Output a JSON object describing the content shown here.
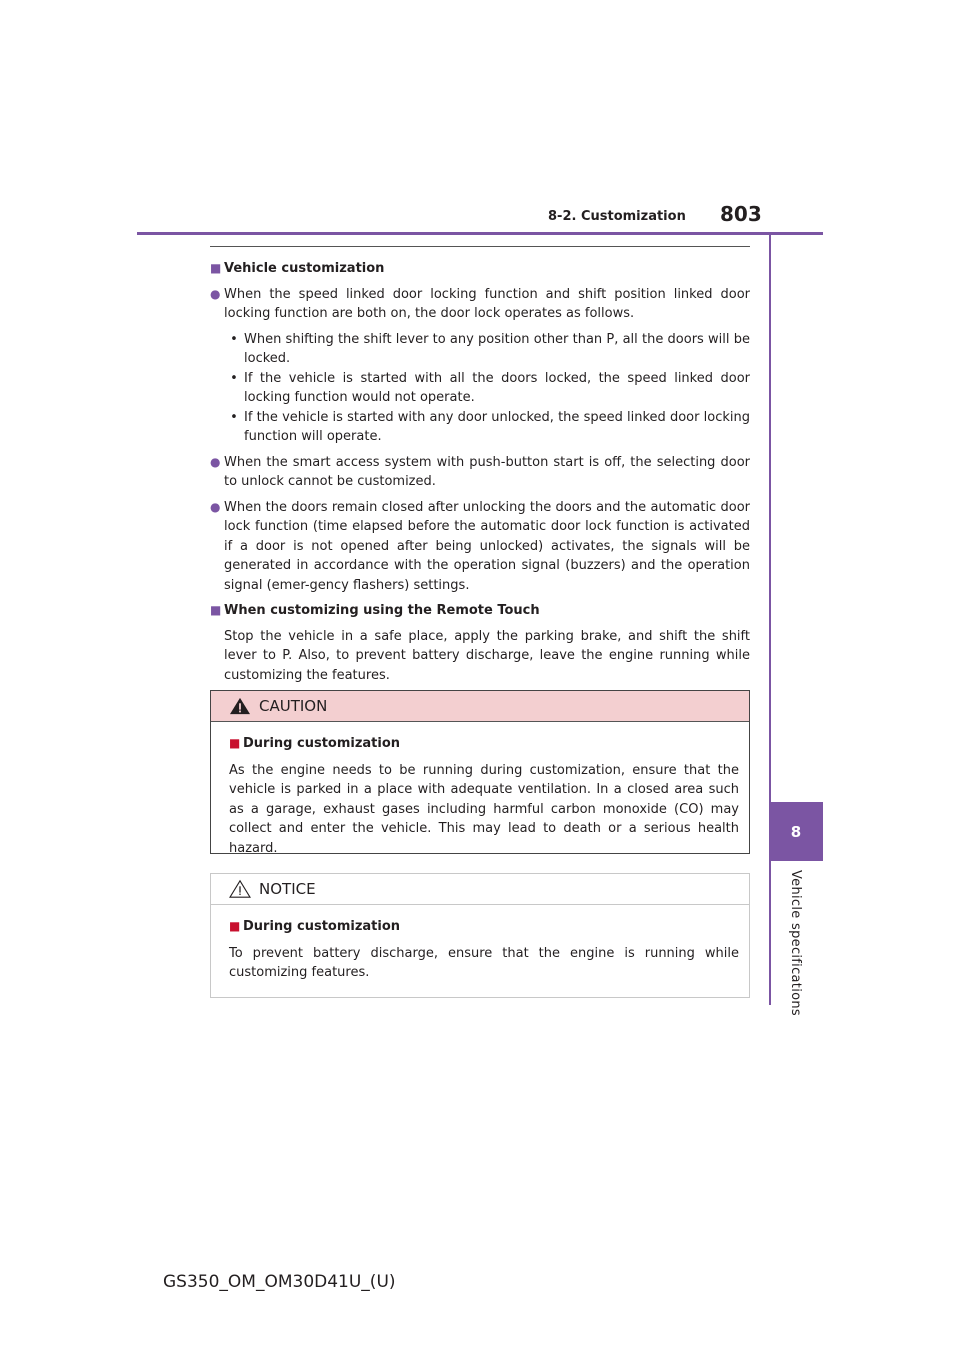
{
  "header": {
    "section": "8-2. Customization",
    "page_number": "803"
  },
  "side_tab": {
    "number": "8",
    "label": "Vehicle specifications"
  },
  "colors": {
    "accent": "#7b55a3",
    "caution_bg": "#f3cfd0"
  },
  "content": {
    "vehicle_customization": {
      "heading": "Vehicle customization",
      "item1": "When the speed linked door locking function and shift position linked door locking function are both on, the door lock operates as follows.",
      "sub_items": [
        "When shifting the shift lever to any position other than P, all the doors will be locked.",
        "If the vehicle is started with all the doors locked, the speed linked door locking function would not operate.",
        "If the vehicle is started with any door unlocked, the speed linked door locking function will operate."
      ],
      "item2": "When the smart access system with push-button start is off, the selecting door to unlock cannot be customized.",
      "item3": "When the doors remain closed after unlocking the doors and the automatic door lock function (time elapsed before the automatic door lock function is activated if a door is not opened after being unlocked) activates, the signals will be generated in accordance with the operation signal (buzzers) and the operation signal (emer-gency flashers) settings."
    },
    "remote_touch": {
      "heading": "When customizing using the Remote Touch",
      "text": "Stop the vehicle in a safe place, apply the parking brake, and shift the shift lever to P. Also, to prevent battery discharge, leave the engine running while customizing the features."
    }
  },
  "caution": {
    "title": "CAUTION",
    "heading": "During customization",
    "text": "As the engine needs to be running during customization, ensure that the vehicle is parked in a place with adequate ventilation. In a closed area such as a garage, exhaust gases including harmful carbon monoxide (CO) may collect and enter the vehicle. This may lead to death or a serious health hazard."
  },
  "notice": {
    "title": "NOTICE",
    "heading": "During customization",
    "text": "To prevent battery discharge, ensure that the engine is running while customizing features."
  },
  "footer": {
    "code": "GS350_OM_OM30D41U_(U)"
  }
}
